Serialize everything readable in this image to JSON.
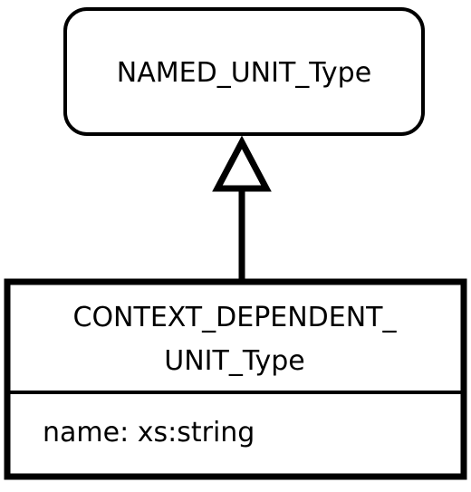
{
  "parent_class": {
    "name": "NAMED_UNIT_Type"
  },
  "child_class": {
    "name_line1": "CONTEXT_DEPENDENT_",
    "name_line2": "UNIT_Type",
    "attributes": [
      {
        "text": "name: xs:string"
      }
    ]
  },
  "relationship": {
    "type": "generalization"
  },
  "colors": {
    "stroke": "#000000",
    "fill": "#ffffff"
  }
}
